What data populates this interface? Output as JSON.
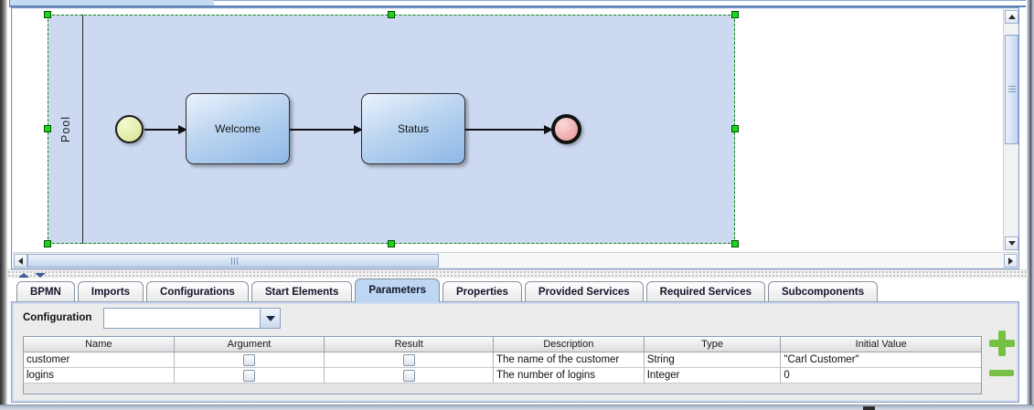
{
  "colors": {
    "selection_green": "#18d818",
    "pool_fill": "#ccd9f1",
    "task_gradient_top": "#ecf3fc",
    "task_gradient_bottom": "#8db8e6",
    "start_event_fill": "#d3e68d",
    "end_event_fill": "#e89191",
    "selected_tab_bg": "#bdd6f3",
    "action_green": "#76c043"
  },
  "canvas": {
    "pool_label": "Pool",
    "tasks": [
      {
        "label": "Welcome"
      },
      {
        "label": "Status"
      }
    ],
    "events": [
      {
        "type": "start-event"
      },
      {
        "type": "end-event"
      }
    ]
  },
  "tab_bar": {
    "selected": "Parameters",
    "tabs": [
      {
        "label": "BPMN"
      },
      {
        "label": "Imports"
      },
      {
        "label": "Configurations"
      },
      {
        "label": "Start Elements"
      },
      {
        "label": "Parameters"
      },
      {
        "label": "Properties"
      },
      {
        "label": "Provided Services"
      },
      {
        "label": "Required Services"
      },
      {
        "label": "Subcomponents"
      }
    ]
  },
  "parameters_panel": {
    "configuration_label": "Configuration",
    "configuration_value": "",
    "table": {
      "columns": [
        {
          "label": "Name"
        },
        {
          "label": "Argument"
        },
        {
          "label": "Result"
        },
        {
          "label": "Description"
        },
        {
          "label": "Type"
        },
        {
          "label": "Initial Value"
        }
      ],
      "rows": [
        {
          "name": "customer",
          "argument_checked": false,
          "result_checked": false,
          "description": "The name of the customer",
          "type": "String",
          "initial_value": "\"Carl Customer\""
        },
        {
          "name": "logins",
          "argument_checked": false,
          "result_checked": false,
          "description": "The number of logins",
          "type": "Integer",
          "initial_value": "0"
        }
      ]
    },
    "icons": {
      "add": "plus-icon",
      "remove": "minus-icon",
      "combo_arrow": "chevron-down-icon"
    }
  }
}
